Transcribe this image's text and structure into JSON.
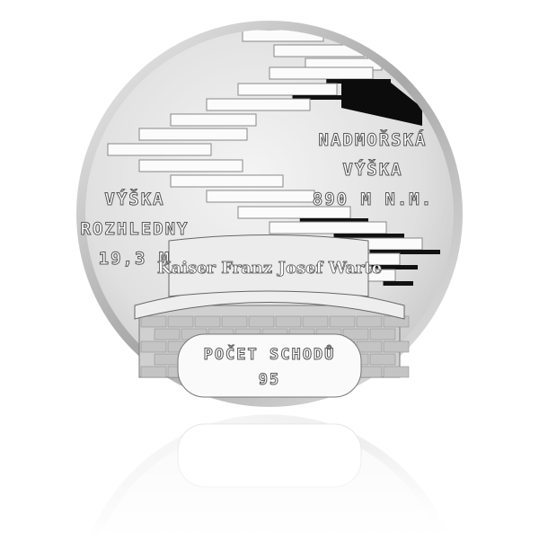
{
  "coin": {
    "altitude_lines": [
      "NADMOŘSKÁ",
      "VÝŠKA",
      "890 M N.M."
    ],
    "tower_height_lines": [
      "VÝŠKA",
      "ROZHLEDNY",
      "19,3 M"
    ],
    "tower_name": "Kaiser Franz Josef Warte",
    "steps_lines": [
      "POČET SCHODŮ",
      "95"
    ]
  },
  "colors": {
    "silver": "#d9d9d9",
    "rim": "#bdbdbd",
    "dark": "#111111",
    "background": "#ffffff"
  }
}
